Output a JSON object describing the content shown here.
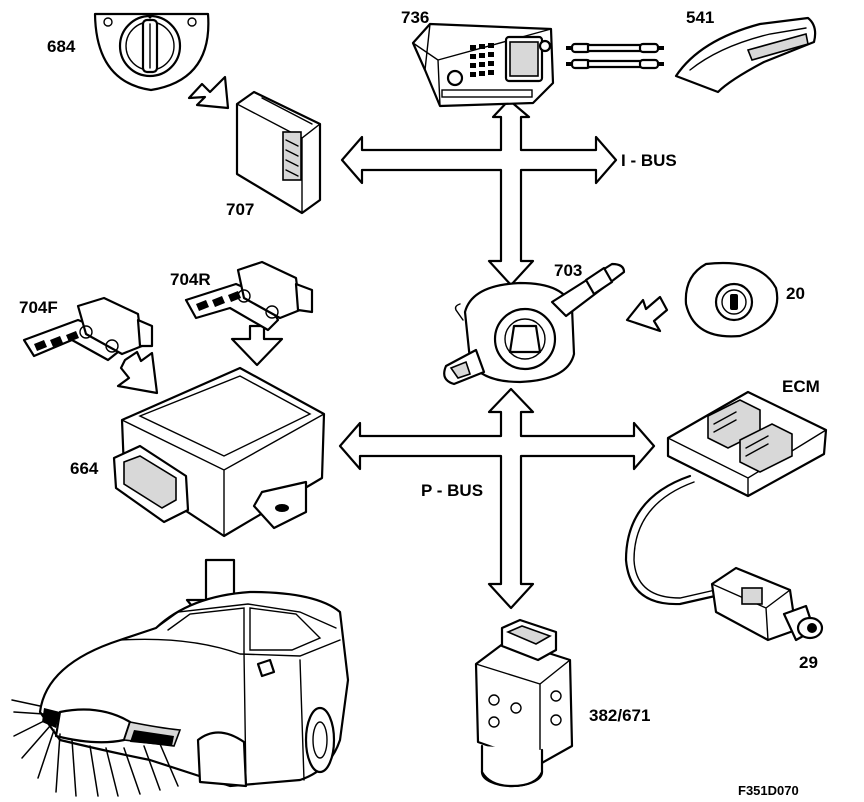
{
  "labels": {
    "c684": "684",
    "c707": "707",
    "c736": "736",
    "c541": "541",
    "ibus": "I - BUS",
    "c703": "703",
    "c20": "20",
    "c704r": "704R",
    "c704f": "704F",
    "ecm": "ECM",
    "c664": "664",
    "pbus": "P - BUS",
    "c29": "29",
    "c382": "382/671",
    "figure_code": "F351D070"
  },
  "icons": {
    "light_switch": "light-switch-icon",
    "light_module": "light-module-icon",
    "infotainment": "infotainment-head-unit-icon",
    "fiber_link": "fiber-optic-connector-icon",
    "sid_display": "information-display-icon",
    "steering_module": "steering-wheel-module-icon",
    "ignition": "ignition-switch-icon",
    "sensor_rear": "yaw-sensor-icon",
    "sensor_front": "acceleration-sensor-icon",
    "ecm": "engine-control-module-icon",
    "srs_module": "airbag-control-module-icon",
    "abs_unit": "abs-hydraulic-unit-icon",
    "pedal_sensor": "brake-pedal-switch-icon",
    "car": "car-icon"
  }
}
